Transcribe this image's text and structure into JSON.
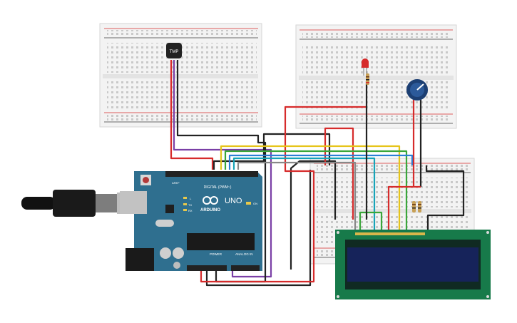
{
  "canvas": {
    "background": "#ffffff"
  },
  "arduino": {
    "board_color": "#2f6f8f",
    "brand": "ARDUINO",
    "model": "UNO",
    "digital_header": "DIGITAL (PWM~)",
    "power_header": "POWER",
    "analog_header": "ANALOG IN",
    "on_label": "ON",
    "l_label": "L",
    "tx_label": "TX",
    "rx_label": "RX",
    "aref_label": "AREF"
  },
  "sensor": {
    "label": "TMP"
  },
  "components": {
    "led_color": "#d62b2b",
    "pot_color": "#1c3f73",
    "lcd_frame_color": "#177a4a",
    "lcd_screen_color": "#16235a",
    "resistor_color": "#c8a055"
  },
  "wire_colors": {
    "red": "#d62b2b",
    "black": "#222222",
    "purple": "#7a3fa6",
    "yellow": "#e6c41a",
    "green": "#3aa63a",
    "blue": "#2a7fd6",
    "cyan": "#17a3b8",
    "gray": "#888888"
  }
}
